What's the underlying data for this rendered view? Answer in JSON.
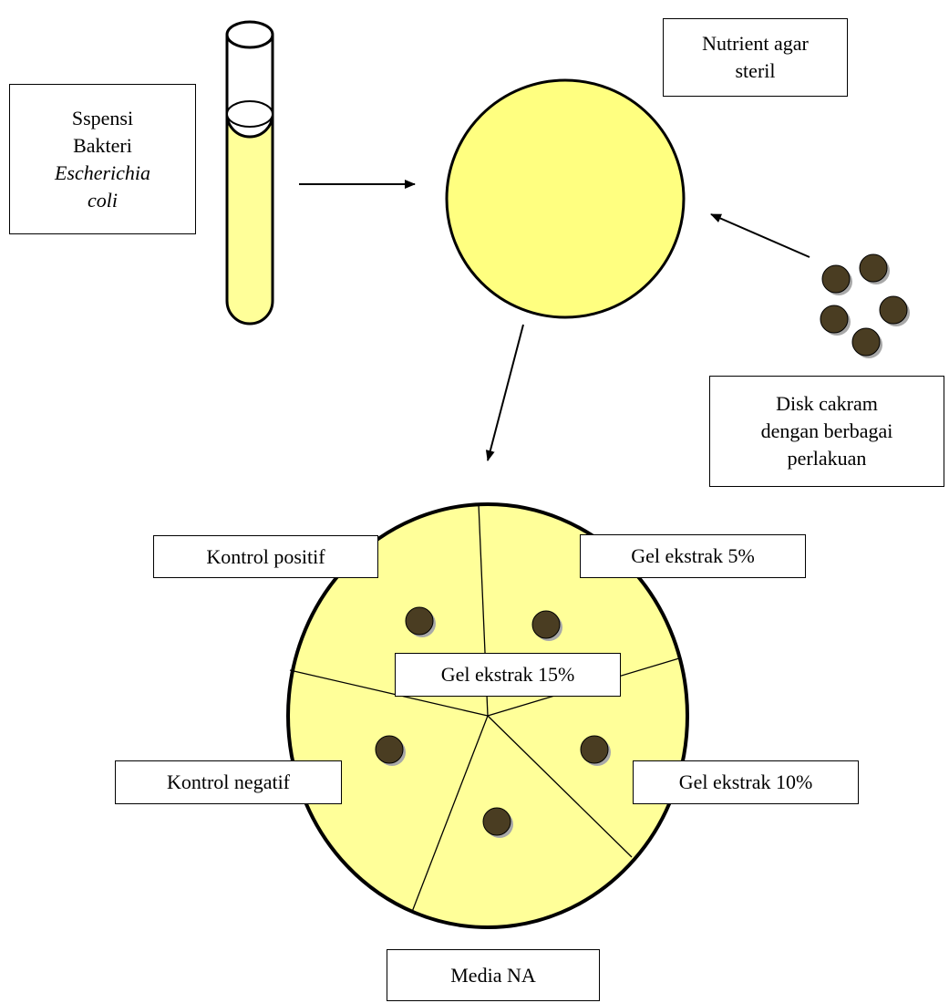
{
  "colors": {
    "agar_light": "#ffff80",
    "plate_section": "#ffff99",
    "tube_fill": "#ffff99",
    "disk": "#4a3d22",
    "disk_shadow": "#a8a8a8",
    "outline": "#000000"
  },
  "labels": {
    "suspension": {
      "line1": "Sspensi",
      "line2": "Bakteri",
      "line3": "Escherichia",
      "line4": "coli"
    },
    "nutrient": {
      "line1": "Nutrient agar",
      "line2": "steril"
    },
    "disk": {
      "line1": "Disk cakram",
      "line2": "dengan berbagai",
      "line3": "perlakuan"
    },
    "kontrol_positif": "Kontrol positif",
    "gel_5": "Gel ekstrak 5%",
    "kontrol_negatif": "Kontrol negatif",
    "gel_10": "Gel ekstrak 10%",
    "gel_15": "Gel ekstrak 15%",
    "media": "Media NA"
  },
  "icons": {
    "test_tube": "test-tube-icon",
    "agar_plate": "agar-plate-icon",
    "disk_group": "paper-disk-icon"
  }
}
